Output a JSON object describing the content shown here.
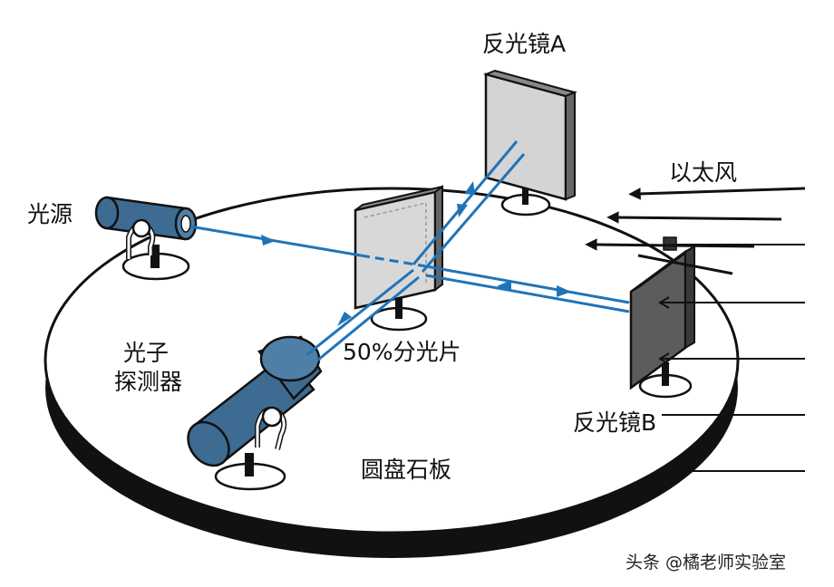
{
  "labels": {
    "mirror_a": "反光镜A",
    "mirror_b": "反光镜B",
    "ether_wind": "以太风",
    "light_source": "光源",
    "detector_line1": "光子",
    "detector_line2": "探测器",
    "beam_splitter": "50%分光片",
    "stone_slab": "圆盘石板"
  },
  "watermark": "头条 @橘老师实验室",
  "colors": {
    "beam": "#1f74b8",
    "instrument_body": "#3d6b91",
    "mirror_face": "#c8c8c8",
    "mirror_b_face": "#5c5c5c",
    "outline": "#111111"
  }
}
